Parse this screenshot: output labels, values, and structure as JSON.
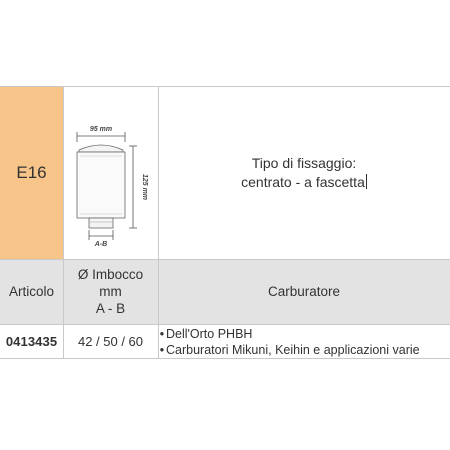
{
  "product": {
    "code": "E16",
    "fixing_line1": "Tipo di fissaggio:",
    "fixing_line2": "centrato - a fascetta"
  },
  "drawing": {
    "width_label": "95 mm",
    "height_label": "125 mm",
    "inlet_label": "A-B"
  },
  "table": {
    "headers": {
      "articolo": "Articolo",
      "imbocco_line1": "Ø Imbocco",
      "imbocco_line2": "mm",
      "imbocco_line3": "A - B",
      "carburatore": "Carburatore"
    },
    "rows": [
      {
        "articolo": "0413435",
        "imbocco": "42 / 50 / 60",
        "carburatori": [
          "Dell'Orto PHBH",
          "Carburatori Mikuni, Keihin e applicazioni varie"
        ]
      }
    ]
  },
  "colors": {
    "code_background": "#f7c48a",
    "header_background": "#e3e3e3",
    "grid_lines": "#c9c9c9"
  }
}
